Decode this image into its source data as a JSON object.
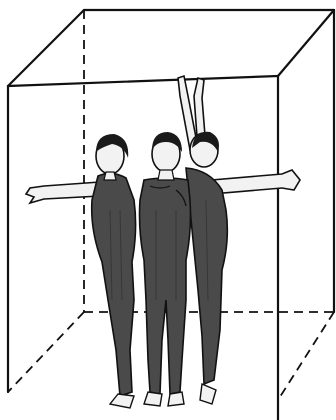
{
  "figure": {
    "subject": "three-figures-in-box",
    "colors": {
      "ink": "#111111",
      "body_fill": "#4a4a4a",
      "skin": "#f2f2f2",
      "hair": "#1a1a1a",
      "background": "#ffffff"
    },
    "figures": [
      {
        "id": "left-figure",
        "pose": "arm-extended-sideways"
      },
      {
        "id": "center-figure",
        "pose": "standing-front"
      },
      {
        "id": "right-figure",
        "pose": "arm-raised-overhead"
      }
    ]
  }
}
